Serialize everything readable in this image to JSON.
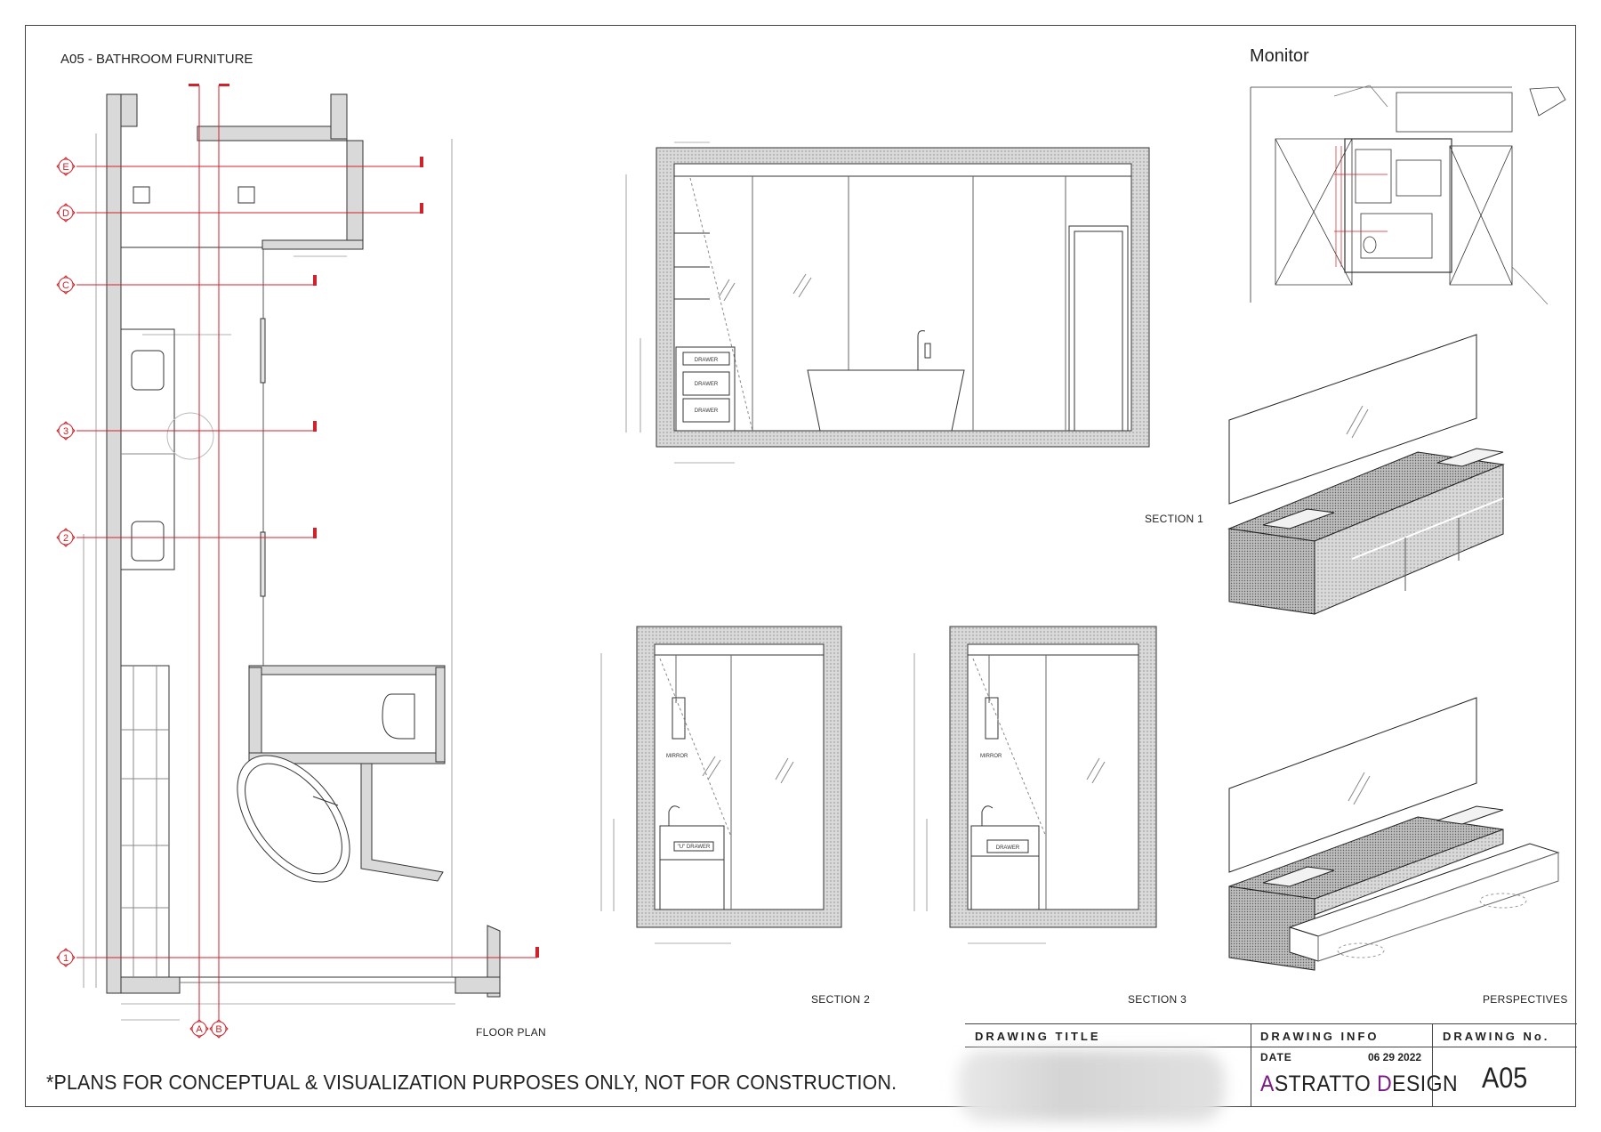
{
  "sheet": {
    "title": "A05 - BATHROOM FURNITURE",
    "monitor_title": "Monitor",
    "disclaimer": "*PLANS FOR CONCEPTUAL & VISUALIZATION PURPOSES ONLY, NOT FOR CONSTRUCTION."
  },
  "views": {
    "floor_plan": "FLOOR PLAN",
    "section_1": "SECTION 1",
    "section_2": "SECTION 2",
    "section_3": "SECTION 3",
    "perspectives": "PERSPECTIVES"
  },
  "grid_bubbles": {
    "rows": [
      "E",
      "D",
      "C",
      "3",
      "2",
      "1"
    ],
    "cols": [
      "A",
      "B"
    ]
  },
  "callouts": {
    "drawer": "DRAWER",
    "u_drawer": "\"U\" DRAWER",
    "mirror": "MIRROR"
  },
  "title_block": {
    "drawing_title_label": "DRAWING TITLE",
    "drawing_info_label": "DRAWING INFO",
    "drawing_no_label": "DRAWING No.",
    "date_label": "DATE",
    "date_value": "06 29 2022",
    "brand_initial_1": "A",
    "brand_rest_1": "STRATTO ",
    "brand_initial_2": "D",
    "brand_rest_2": "ESIGN",
    "sheet_number": "A05"
  },
  "colors": {
    "grid_line": "#d0222a",
    "brand_accent": "#7a1b86",
    "wall_fill": "#d9d9d9"
  }
}
